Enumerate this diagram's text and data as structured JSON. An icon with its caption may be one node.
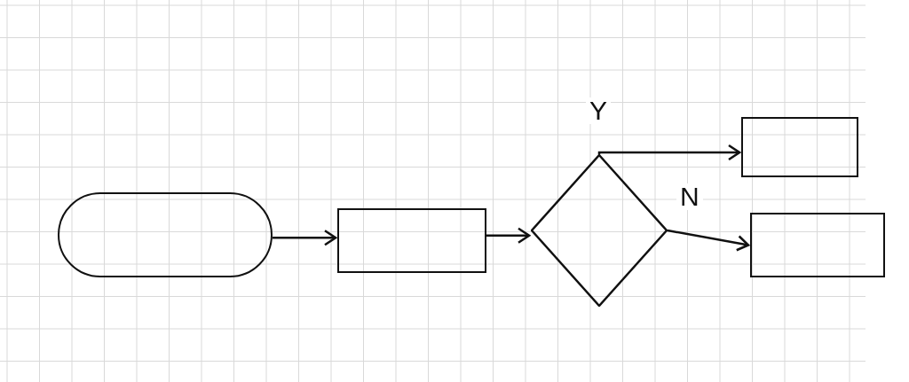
{
  "diagram": {
    "nodes": [
      {
        "text": [],
        "shape": "oval"
      },
      {
        "text": [],
        "shape": "box"
      },
      {
        "text": [],
        "shape": "diamond"
      },
      {
        "text": [],
        "shape": "box"
      },
      {
        "text": [],
        "shape": "box"
      }
    ],
    "edges": [
      {
        "from": 0,
        "to": 1,
        "arrow": "to"
      },
      {
        "from": 1,
        "to": 2,
        "arrow": "to"
      },
      {
        "from": 2,
        "to": 3,
        "arrow": "to",
        "label": "Y"
      },
      {
        "from": 2,
        "to": 4,
        "arrow": "to",
        "label": "N"
      }
    ]
  }
}
